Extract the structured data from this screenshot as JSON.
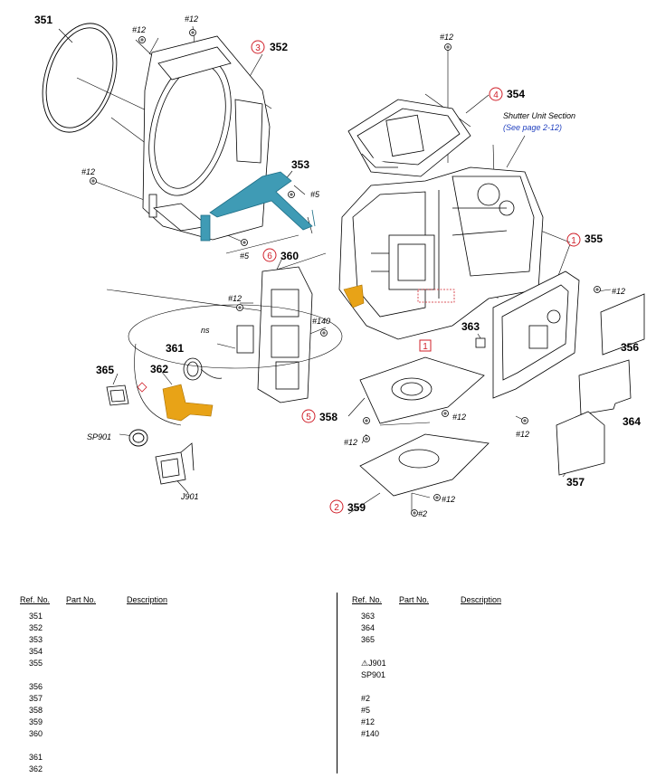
{
  "diagram": {
    "callouts": [
      {
        "id": "351"
      },
      {
        "id": "352"
      },
      {
        "id": "353"
      },
      {
        "id": "354"
      },
      {
        "id": "355"
      },
      {
        "id": "356"
      },
      {
        "id": "357"
      },
      {
        "id": "358"
      },
      {
        "id": "359"
      },
      {
        "id": "360"
      },
      {
        "id": "361"
      },
      {
        "id": "362"
      },
      {
        "id": "363"
      },
      {
        "id": "364"
      },
      {
        "id": "365"
      }
    ],
    "screw_labels": [
      "#12",
      "#12",
      "#12",
      "#5",
      "#5",
      "#12",
      "#140",
      "#12",
      "#12",
      "#12",
      "#12",
      "#2",
      "#12"
    ],
    "circled_numbers": [
      "1",
      "2",
      "3",
      "4",
      "5",
      "6"
    ],
    "boxed_number": "1",
    "part_labels": {
      "sp901": "SP901",
      "j901": "J901",
      "ns": "ns"
    },
    "shutter_note": {
      "title": "Shutter Unit Section",
      "link": "(See page 2-12)"
    },
    "colors": {
      "flex_blue": "#3f9bb5",
      "flex_orange": "#e8a317",
      "callout_red": "#d0202a",
      "link_blue": "#1f3fbf"
    }
  },
  "parts_table": {
    "headers": {
      "ref": "Ref. No.",
      "part": "Part No.",
      "desc": "Description"
    },
    "left_rows": [
      "351",
      "352",
      "353",
      "354",
      "355",
      "",
      "356",
      "357",
      "358",
      "359",
      "360",
      "",
      "361",
      "362"
    ],
    "right_rows": [
      "363",
      "364",
      "365",
      "",
      "⚠J901",
      "SP901",
      "",
      "#2",
      "#5",
      "#12",
      "#140"
    ]
  }
}
